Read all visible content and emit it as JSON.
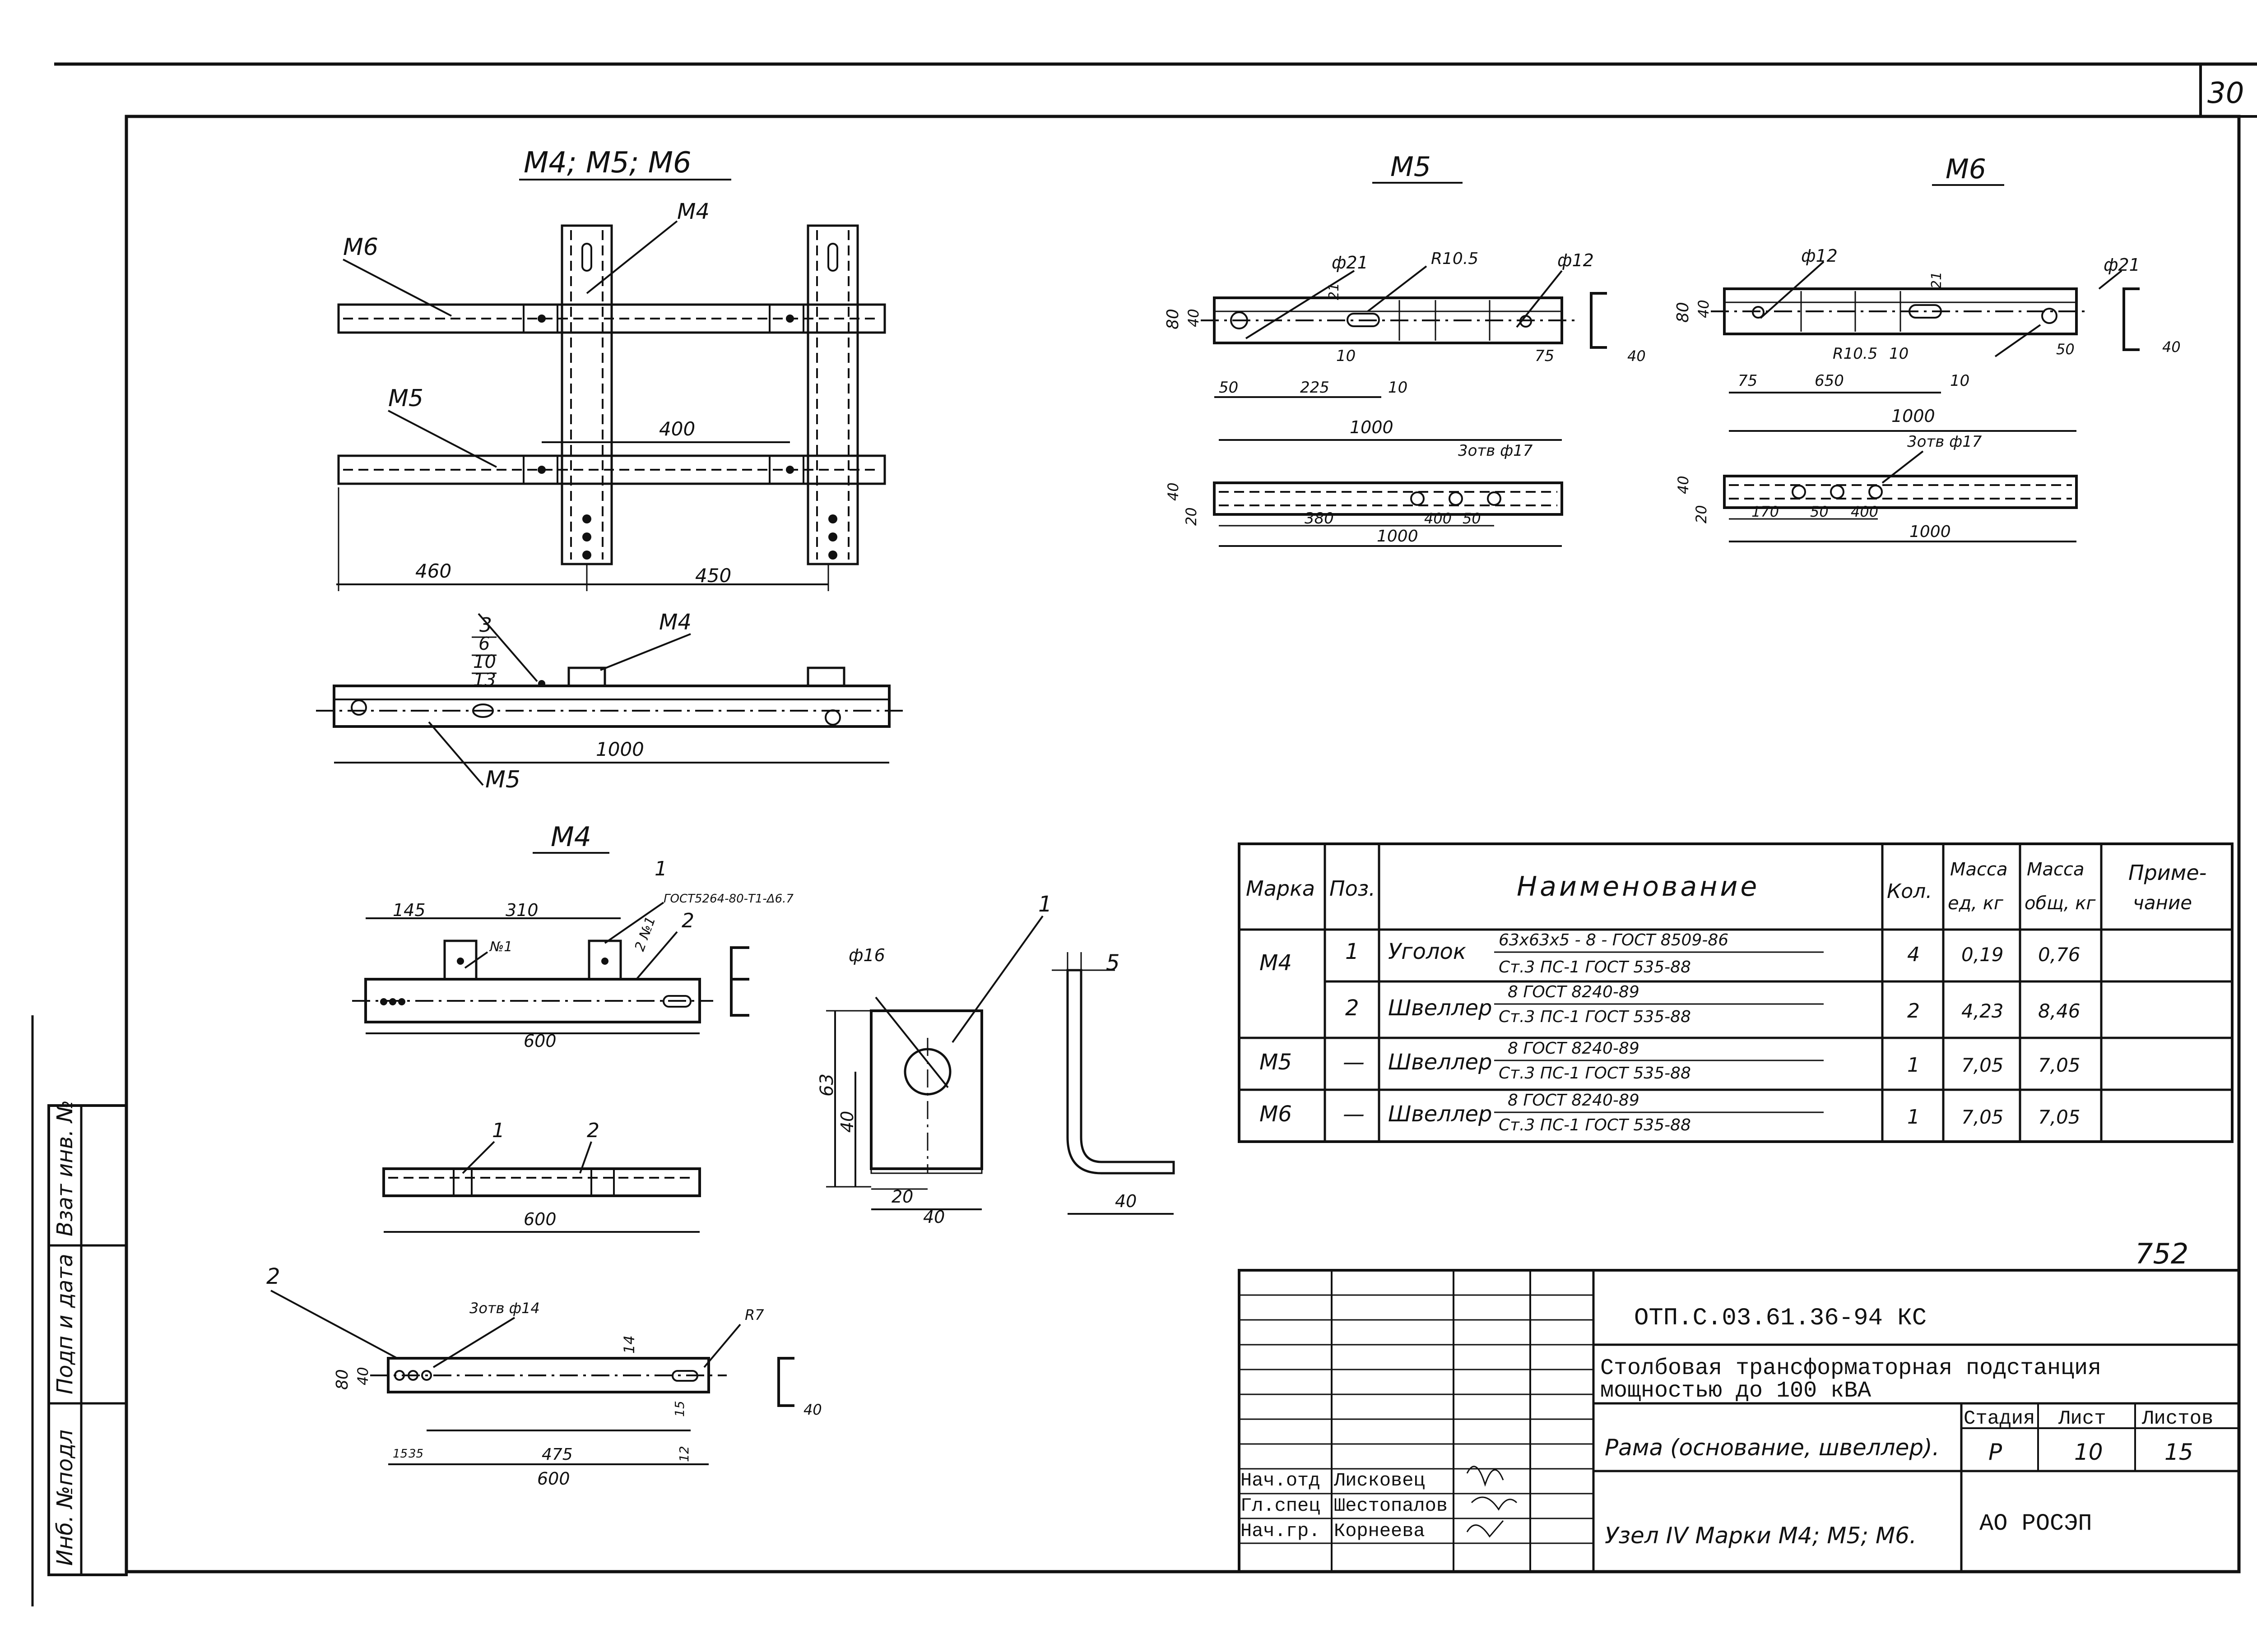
{
  "sheet_number": "30",
  "page_code": "752",
  "side_stamp": {
    "inv_original": "Инб. №подл",
    "sign_date": "Подп и дата",
    "replacement_inv": "Взат инв. №"
  },
  "view_assembly": {
    "title": "М4; М5; М6",
    "label_m6": "М6",
    "label_m4": "М4",
    "label_m5": "М5",
    "dim_400": "400",
    "dim_460": "460",
    "dim_450": "450",
    "side": {
      "pos_3": "3",
      "pos_6": "6",
      "pos_10": "10",
      "pos_13": "13",
      "label_m4": "М4",
      "label_m5": "М5",
      "dim_1000": "1000"
    }
  },
  "view_m5": {
    "title": "М5",
    "d21": "ф21",
    "r105": "R10.5",
    "d12": "ф12",
    "h80": "80",
    "h40": "40",
    "d21v": "21",
    "d10a": "10",
    "d75": "75",
    "d50": "50",
    "d225": "225",
    "d10b": "10",
    "d1000": "1000",
    "prof40": "40",
    "holes": "3отв ф17",
    "p40": "40",
    "p20": "20",
    "p380": "380",
    "p400": "400",
    "p50": "50",
    "p1000": "1000"
  },
  "view_m6": {
    "title": "М6",
    "d12": "ф12",
    "d21": "ф21",
    "h80": "80",
    "h40": "40",
    "d21v": "21",
    "r105": "R10.5",
    "d10a": "10",
    "d50": "50",
    "d75": "75",
    "d650": "650",
    "d10b": "10",
    "d1000": "1000",
    "prof40": "40",
    "holes": "3отв ф17",
    "p40": "40",
    "p20": "20",
    "p170": "170",
    "p50": "50",
    "p400": "400",
    "p1000": "1000"
  },
  "view_m4": {
    "title": "М4",
    "d145": "145",
    "d310": "310",
    "pos1": "1",
    "weld_note": "ГОСТ5264-80-Т1-Δ6.7",
    "weld_n1": "№1",
    "weld_2n1": "2 №1",
    "pos2": "2",
    "d600a": "600",
    "plan_pos1": "1",
    "plan_pos2": "2",
    "d600b": "600",
    "pos2_label": "2",
    "holes14": "3отв ф14",
    "d14": "14",
    "r7": "R7",
    "h80": "80",
    "h40": "40",
    "d475": "475",
    "d15a": "15",
    "d15b": "15",
    "d12a": "12",
    "d600c": "600",
    "d35": "35",
    "prof40": "40"
  },
  "view_plate": {
    "pos1": "1",
    "d16": "ф16",
    "h63": "63",
    "h40": "40",
    "w20": "20",
    "w40": "40",
    "pos5": "5",
    "angle40": "40"
  },
  "spec_table": {
    "headers": {
      "mark": "Марка",
      "pos": "Поз.",
      "name": "Наименование",
      "qty": "Кол.",
      "mass_unit_1": "Масса",
      "mass_unit_2": "ед, кг",
      "mass_total_1": "Масса",
      "mass_total_2": "общ, кг",
      "note_1": "Приме-",
      "note_2": "чание"
    },
    "rows": [
      {
        "mark": "М4",
        "pos": "1",
        "item": "Уголок",
        "spec_top": "63х63х5 - 8 - ГОСТ 8509-86",
        "spec_bottom": "Ст.3 ПС-1 ГОСТ 535-88",
        "qty": "4",
        "mass_unit": "0,19",
        "mass_total": "0,76",
        "note": ""
      },
      {
        "mark": "",
        "pos": "2",
        "item": "Швеллер",
        "spec_top": "8 ГОСТ 8240-89",
        "spec_bottom": "Ст.3 ПС-1 ГОСТ 535-88",
        "qty": "2",
        "mass_unit": "4,23",
        "mass_total": "8,46",
        "note": ""
      },
      {
        "mark": "М5",
        "pos": "—",
        "item": "Швеллер",
        "spec_top": "8 ГОСТ 8240-89",
        "spec_bottom": "Ст.3 ПС-1 ГОСТ 535-88",
        "qty": "1",
        "mass_unit": "7,05",
        "mass_total": "7,05",
        "note": ""
      },
      {
        "mark": "М6",
        "pos": "—",
        "item": "Швеллер",
        "spec_top": "8 ГОСТ 8240-89",
        "spec_bottom": "Ст.3 ПС-1 ГОСТ 535-88",
        "qty": "1",
        "mass_unit": "7,05",
        "mass_total": "7,05",
        "note": ""
      }
    ]
  },
  "title_block": {
    "doc_code": "ОТП.С.03.61.36-94 КС",
    "project_line1": "Столбовая трансформаторная подстанция",
    "project_line2": "мощностью до 100 кВА",
    "sheet_title": "Рама (основание, швеллер).",
    "node_title": "Узел IV  Марки М4; М5; М6.",
    "stage_label": "Стадия",
    "sheet_label": "Лист",
    "sheets_label": "Листов",
    "stage": "Р",
    "sheet": "10",
    "sheets": "15",
    "organization": "АО РОСЭП",
    "people": [
      {
        "role": "Нач.отд",
        "name": "Лисковец"
      },
      {
        "role": "Гл.спец",
        "name": "Шестопалов"
      },
      {
        "role": "Нач.гр.",
        "name": "Корнеева"
      }
    ]
  }
}
